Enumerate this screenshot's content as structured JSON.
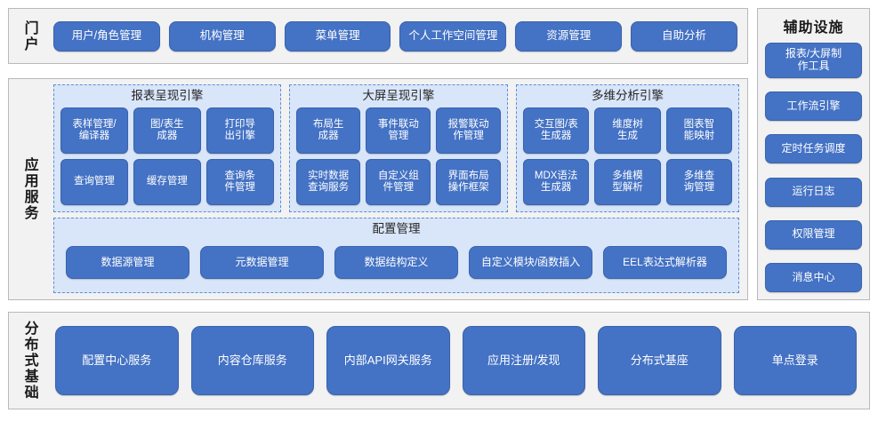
{
  "portal": {
    "label": "门户",
    "items": [
      {
        "label": "用户/角色管理"
      },
      {
        "label": "机构管理"
      },
      {
        "label": "菜单管理"
      },
      {
        "label": "个人工作空间管理"
      },
      {
        "label": "资源管理"
      },
      {
        "label": "自助分析"
      }
    ]
  },
  "application_services": {
    "label": "应用服务",
    "engines": [
      {
        "title": "报表呈现引擎",
        "items": [
          {
            "label": "表样管理/\n编译器"
          },
          {
            "label": "图/表生\n成器"
          },
          {
            "label": "打印导\n出引擎"
          },
          {
            "label": "查询管理"
          },
          {
            "label": "缓存管理"
          },
          {
            "label": "查询条\n件管理"
          }
        ]
      },
      {
        "title": "大屏呈现引擎",
        "items": [
          {
            "label": "布局生\n成器"
          },
          {
            "label": "事件联动\n管理"
          },
          {
            "label": "报警联动\n作管理"
          },
          {
            "label": "实时数据\n查询服务"
          },
          {
            "label": "自定义组\n件管理"
          },
          {
            "label": "界面布局\n操作框架"
          }
        ]
      },
      {
        "title": "多维分析引擎",
        "items": [
          {
            "label": "交互图/表\n生成器"
          },
          {
            "label": "维度树\n生成"
          },
          {
            "label": "图表智\n能映射"
          },
          {
            "label": "MDX语法\n生成器"
          },
          {
            "label": "多维模\n型解析"
          },
          {
            "label": "多维查\n询管理"
          }
        ]
      }
    ],
    "config": {
      "title": "配置管理",
      "items": [
        {
          "label": "数据源管理"
        },
        {
          "label": "元数据管理"
        },
        {
          "label": "数据结构定义"
        },
        {
          "label": "自定义模块/函数插入"
        },
        {
          "label": "EEL表达式解析器"
        }
      ]
    }
  },
  "auxiliary": {
    "label": "辅助设施",
    "items": [
      {
        "label": "报表/大屏制\n作工具",
        "two_line": true
      },
      {
        "label": "工作流引擎",
        "two_line": false
      },
      {
        "label": "定时任务调度",
        "two_line": false
      },
      {
        "label": "运行日志",
        "two_line": false
      },
      {
        "label": "权限管理",
        "two_line": false
      },
      {
        "label": "消息中心",
        "two_line": false
      }
    ]
  },
  "infrastructure": {
    "label": "分布式基础",
    "items": [
      {
        "label": "配置中心服务"
      },
      {
        "label": "内容仓库服务"
      },
      {
        "label": "内部API网关服务"
      },
      {
        "label": "应用注册/发现"
      },
      {
        "label": "分布式基座"
      },
      {
        "label": "单点登录"
      }
    ]
  },
  "colors": {
    "button_blue": "#4472C4",
    "panel_light_blue": "#D9E6F9",
    "band_gray": "#F2F2F2",
    "border_gray": "#B9B9B9",
    "dashed_blue": "#5B8ED6"
  }
}
